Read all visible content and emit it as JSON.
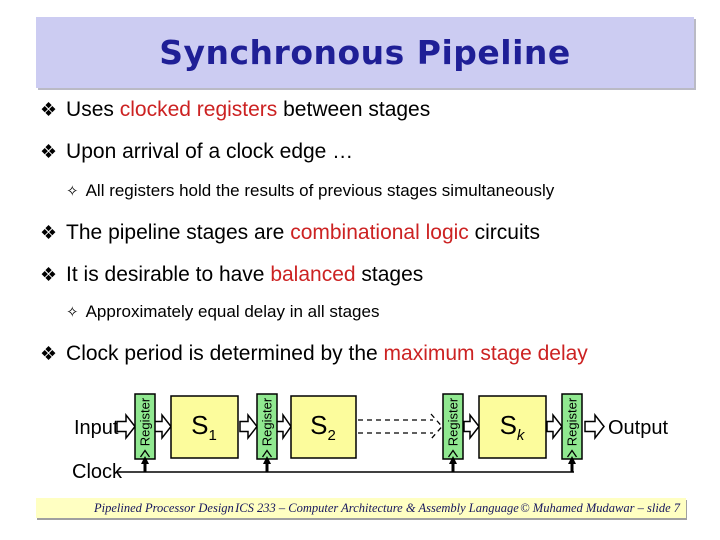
{
  "title": {
    "text": "Synchronous Pipeline"
  },
  "colors": {
    "title_bg": "#CCCCF2",
    "title_text": "#1F1F96",
    "emphasis_red": "#CC2222",
    "body_text": "#000000",
    "register_fill": "#90E890",
    "stage_fill": "#FCFC9C",
    "footer_bg": "#FFFFC2",
    "slide_bg": "#FFFFFF"
  },
  "bullets": [
    {
      "level": 1,
      "marker": "❖",
      "segments": [
        {
          "text": "Uses "
        },
        {
          "text": "clocked registers",
          "em": true
        },
        {
          "text": " between stages"
        }
      ]
    },
    {
      "level": 1,
      "marker": "❖",
      "segments": [
        {
          "text": "Upon arrival of a clock edge …"
        }
      ]
    },
    {
      "level": 2,
      "marker": "✧",
      "segments": [
        {
          "text": "All registers hold the results of previous stages simultaneously"
        }
      ]
    },
    {
      "level": 1,
      "marker": "❖",
      "segments": [
        {
          "text": "The pipeline stages are "
        },
        {
          "text": "combinational logic",
          "em": true
        },
        {
          "text": " circuits"
        }
      ]
    },
    {
      "level": 1,
      "marker": "❖",
      "segments": [
        {
          "text": "It is desirable to have "
        },
        {
          "text": "balanced",
          "em": true
        },
        {
          "text": " stages"
        }
      ]
    },
    {
      "level": 2,
      "marker": "✧",
      "segments": [
        {
          "text": "Approximately equal delay in all stages"
        }
      ]
    },
    {
      "level": 1,
      "marker": "❖",
      "segments": [
        {
          "text": "Clock period is determined by the "
        },
        {
          "text": "maximum stage delay",
          "em": true
        }
      ]
    }
  ],
  "diagram": {
    "input_label": "Input",
    "output_label": "Output",
    "clock_label": "Clock",
    "register_label": "Register",
    "stages": [
      {
        "label": "S",
        "sub": "1"
      },
      {
        "label": "S",
        "sub": "2"
      },
      {
        "label": "S",
        "sub": "k"
      }
    ]
  },
  "footer": {
    "left": "Pipelined Processor Design",
    "center": "ICS 233 – Computer Architecture & Assembly Language",
    "right": "© Muhamed Mudawar – slide 7"
  }
}
